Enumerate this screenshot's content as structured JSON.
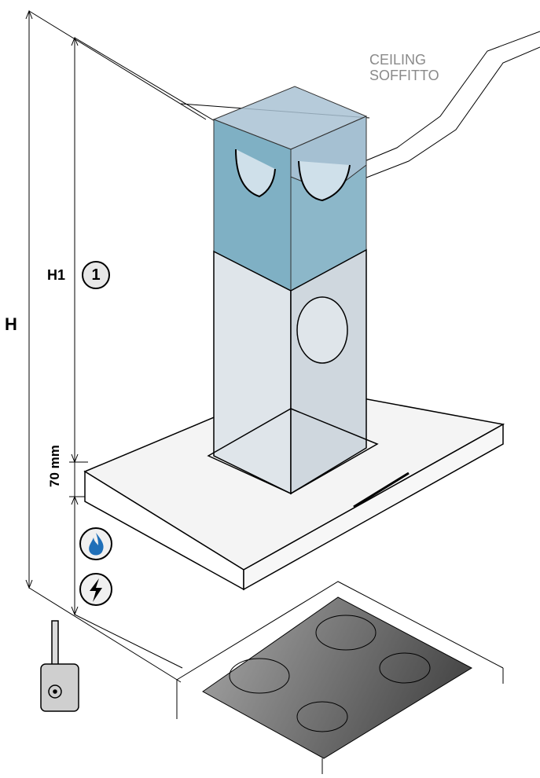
{
  "labels": {
    "ceiling_en": "CEILING",
    "ceiling_it": "SOFFITTO",
    "h": "H",
    "h1": "H1",
    "callout": "1",
    "gap": "70 mm"
  },
  "icons": {
    "gas": "gas-flame-icon",
    "electric": "lightning-bolt-icon",
    "tape": "tape-measure-icon"
  },
  "colors": {
    "duct_upper": "#a9c2d3",
    "duct_lower": "#7fb0c4",
    "steel": "#dfe5ea",
    "steel_dark": "#cfd7de",
    "hob": "#6f6f6f",
    "icon_blue": "#1f6fb8"
  }
}
